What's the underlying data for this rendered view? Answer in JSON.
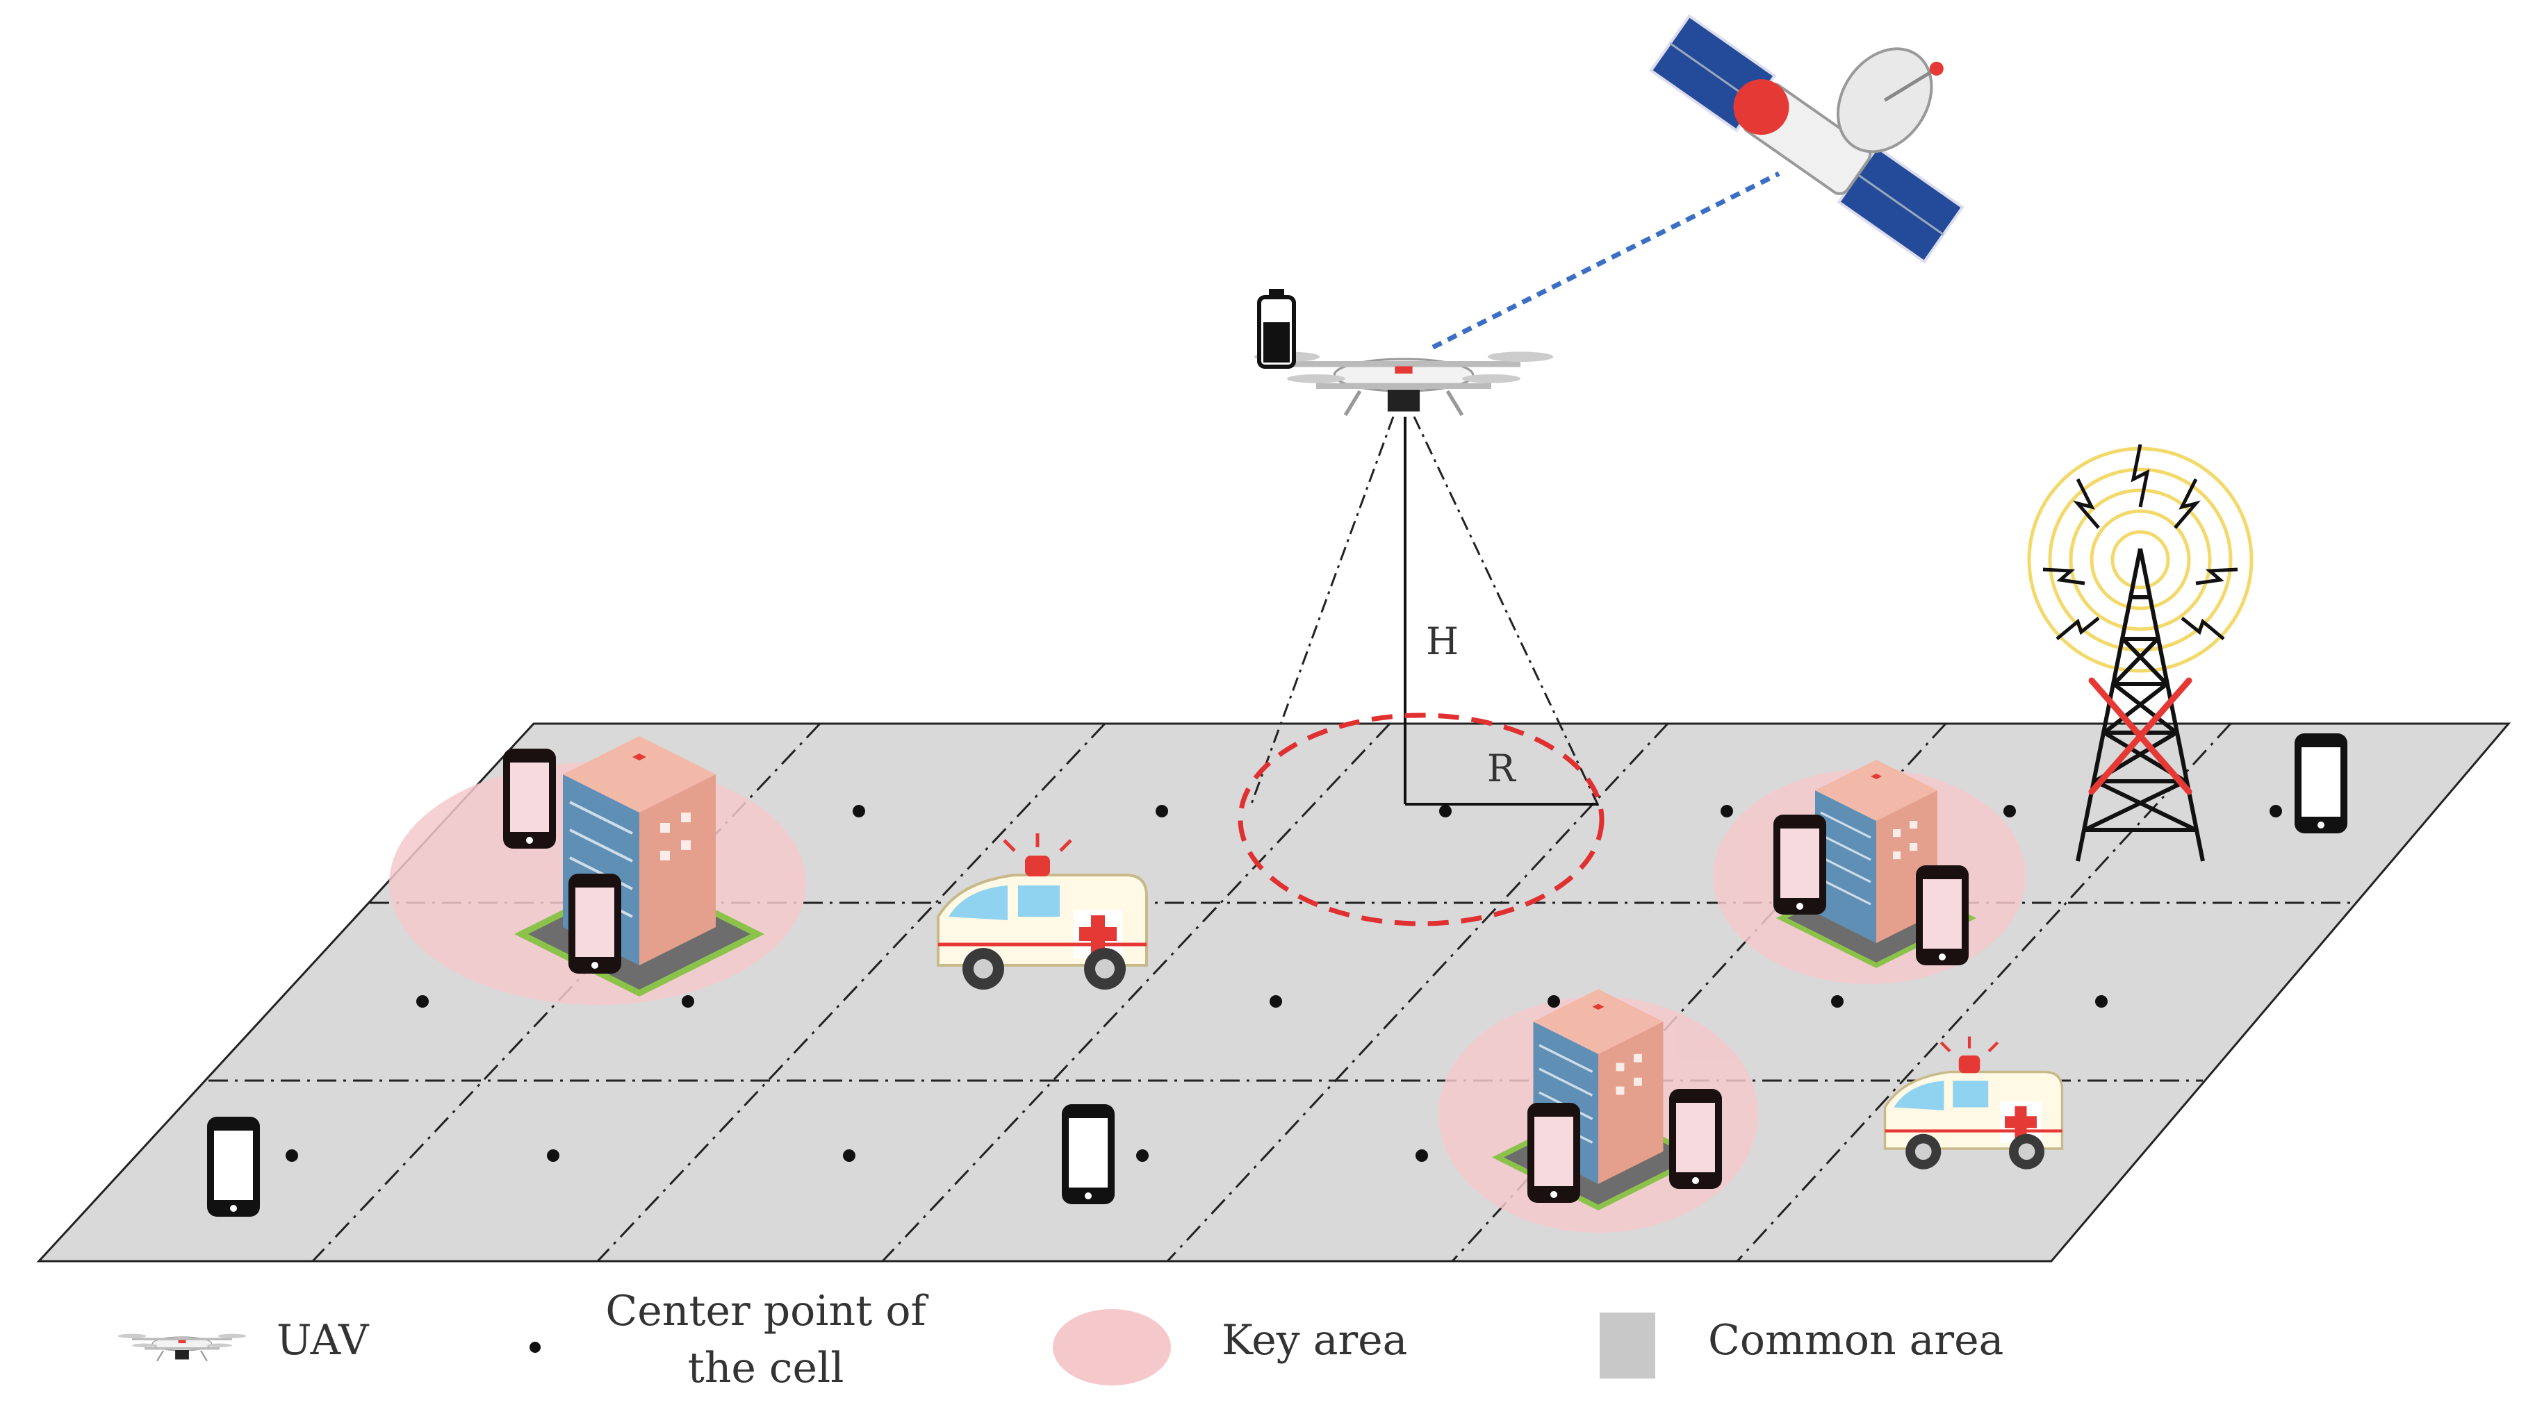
{
  "labels": {
    "height": "H",
    "radius": "R"
  },
  "legend": {
    "uav": "UAV",
    "center_line1": "Center point of",
    "center_line2": "the cell",
    "key_area": "Key area",
    "common_area": "Common area"
  },
  "colors": {
    "ground": "#d9d9d9",
    "grid_line": "#222222",
    "key_area": "#f5c9cc",
    "coverage_circle": "#e03030",
    "satellite_link": "#3a6fc4",
    "common_area_swatch": "#c8c8c8",
    "tower": "#111111",
    "tower_cross": "#e53935",
    "phone_screen_key": "#f7dadd"
  },
  "icons": {
    "uav": "uav-drone-icon",
    "satellite": "satellite-icon",
    "battery": "battery-icon",
    "tower": "cell-tower-icon",
    "phone": "smartphone-icon",
    "hospital": "hospital-building-icon",
    "ambulance": "ambulance-icon"
  }
}
